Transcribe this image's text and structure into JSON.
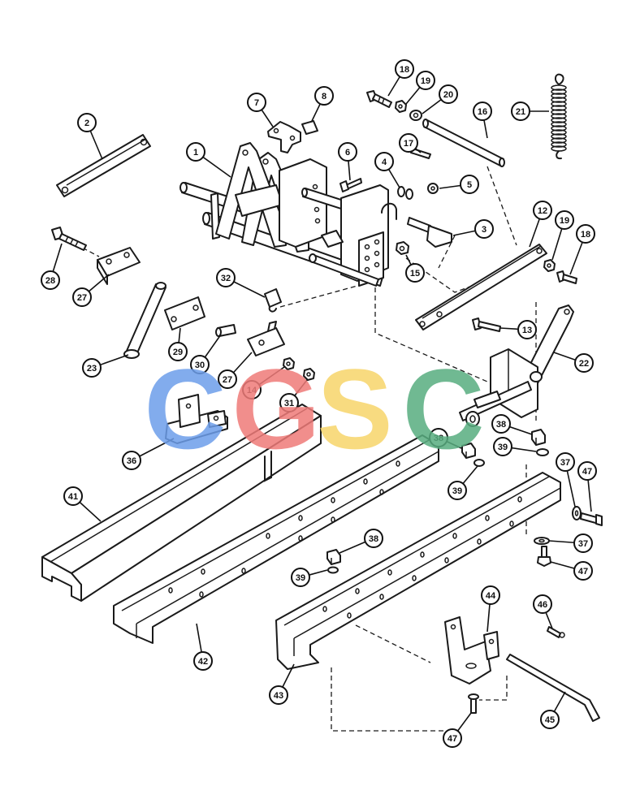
{
  "callouts": [
    "18",
    "19",
    "20",
    "21",
    "16",
    "7",
    "8",
    "2",
    "17",
    "1",
    "6",
    "4",
    "5",
    "3",
    "12",
    "19",
    "18",
    "28",
    "27",
    "32",
    "15",
    "13",
    "22",
    "23",
    "29",
    "30",
    "27",
    "14",
    "31",
    "36",
    "38",
    "38",
    "39",
    "39",
    "37",
    "47",
    "41",
    "37",
    "47",
    "38",
    "39",
    "44",
    "46",
    "42",
    "43",
    "45",
    "47"
  ],
  "watermark": {
    "letters": [
      "C",
      "G",
      "S",
      "C"
    ],
    "colors": [
      "#6d9eeb",
      "#ef7b79",
      "#f7d56b",
      "#58ad80"
    ]
  }
}
